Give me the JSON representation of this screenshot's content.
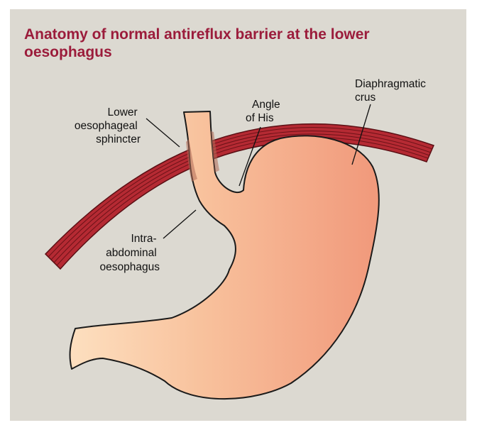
{
  "title": {
    "line1": "Anatomy of normal antireflux barrier at the lower",
    "line2": "oesophagus"
  },
  "labels": {
    "lower_sphincter": [
      "Lower",
      "oesophageal",
      "sphincter"
    ],
    "angle_of_his": [
      "Angle",
      "of  His"
    ],
    "diaphragmatic_crus": [
      "Diaphragmatic",
      "crus"
    ],
    "intra_abdominal": [
      "Intra-",
      "abdominal",
      "oesophagus"
    ]
  },
  "colors": {
    "background": "#dcd9d1",
    "title": "#9b1c3b",
    "muscle": "#b52a33",
    "stomach_light": "#fcd3ae",
    "stomach_dark": "#f29c7e"
  }
}
